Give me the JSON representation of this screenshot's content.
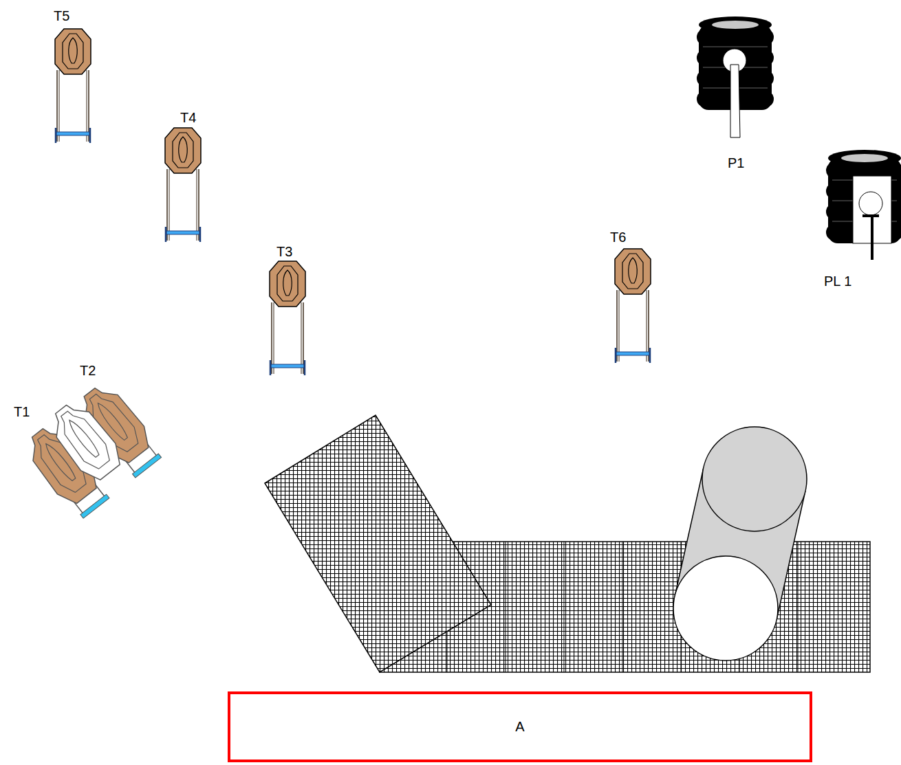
{
  "diagram": {
    "nodes": [
      {
        "text": [
          "A"
        ]
      }
    ],
    "labels": [
      "T5",
      "T4",
      "P1",
      "T6",
      "T3",
      "PL 1",
      "T2",
      "T1"
    ]
  }
}
